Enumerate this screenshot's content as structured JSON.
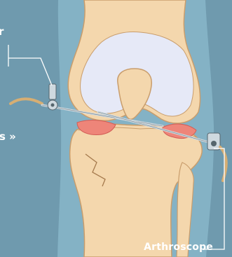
{
  "labels": {
    "arthroscope": "Arthroscope",
    "left_top": "r",
    "left_mid": "s »"
  },
  "colors": {
    "background": "#6f9aae",
    "soft_tissue": "#84b2c5",
    "bone": "#f4d7ad",
    "bone_outline": "#c99d6c",
    "cartilage": "#e6e9f7",
    "meniscus": "#ee8579",
    "instrument": "#cfd9df",
    "cable": "#d7ae73",
    "callout_line": "#ffffff"
  }
}
